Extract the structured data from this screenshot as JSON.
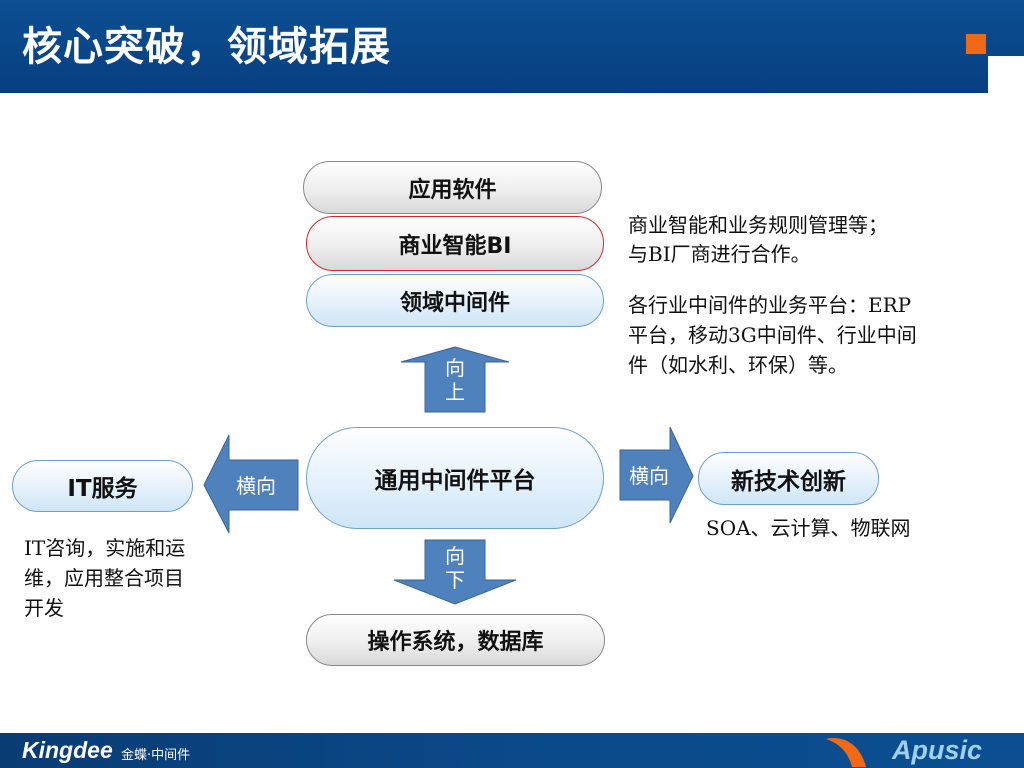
{
  "slide": {
    "title": "核心突破，领域拓展"
  },
  "stack": {
    "app_software": "应用软件",
    "bi": "商业智能BI",
    "domain_middleware": "领域中间件",
    "general_platform": "通用中间件平台",
    "os_db": "操作系统，数据库",
    "it_service": "IT服务",
    "new_tech": "新技术创新"
  },
  "arrows": {
    "up": [
      "向",
      "上"
    ],
    "down": [
      "向",
      "下"
    ],
    "left": "横向",
    "right": "横向"
  },
  "notes": {
    "bi_line1": "商业智能和业务规则管理等；",
    "bi_line2": "与BI厂商进行合作。",
    "domain_line1": "各行业中间件的业务平台：ERP",
    "domain_line2": "平台，移动3G中间件、行业中间",
    "domain_line3": "件（如水利、环保）等。",
    "it_line1": "IT咨询，实施和运",
    "it_line2": "维，应用整合项目",
    "it_line3": "开发",
    "tech_line1": "SOA、云计算、物联网"
  },
  "footer": {
    "logo": "Kingdee",
    "sub": "金蝶·中间件",
    "brand": "Apusic"
  },
  "colors": {
    "header_bg": "#0b4a8c",
    "arrow_fill": "#4f81bd",
    "accent_orange": "#f06a16",
    "bi_border": "#d8262c"
  }
}
